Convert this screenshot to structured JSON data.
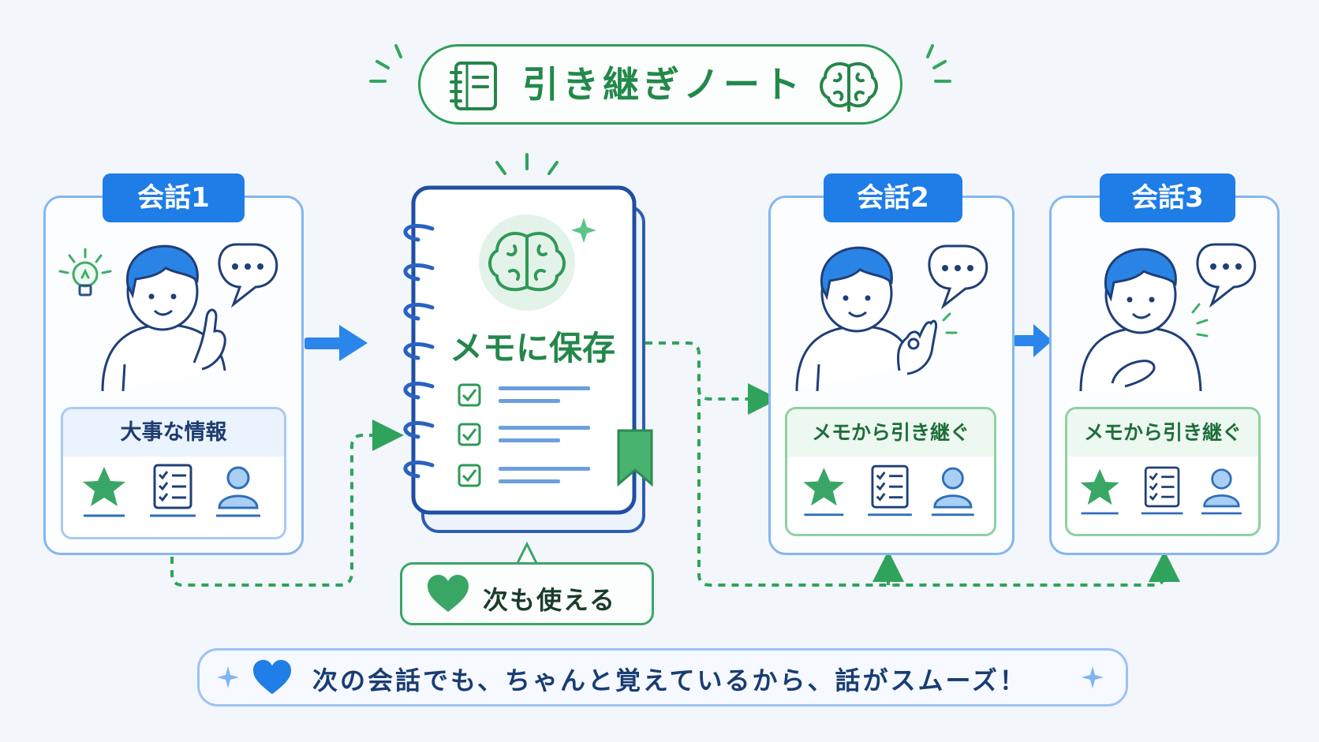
{
  "title": "引き継ぎノート",
  "conversations": [
    {
      "tag": "会話1",
      "info_label": "大事な情報"
    },
    {
      "tag": "会話2",
      "info_label": "メモから引き継ぐ"
    },
    {
      "tag": "会話3",
      "info_label": "メモから引き継ぐ"
    }
  ],
  "notebook": {
    "label": "メモに保存"
  },
  "reuse_label": "次も使える",
  "footer_message": "次の会話でも、ちゃんと覚えているから、話がスムーズ！",
  "icons": [
    "notebook-icon",
    "brain-icon",
    "lightbulb-icon",
    "speech-bubble-icon",
    "star-icon",
    "checklist-icon",
    "person-icon",
    "heart-icon",
    "sparkle-icon",
    "bookmark-icon",
    "checkbox-icon",
    "arrow-icon"
  ],
  "colors": {
    "green": "#2e9d57",
    "blue": "#1e7de6",
    "navy": "#1a3a6e",
    "background": "#f3f6fb"
  }
}
